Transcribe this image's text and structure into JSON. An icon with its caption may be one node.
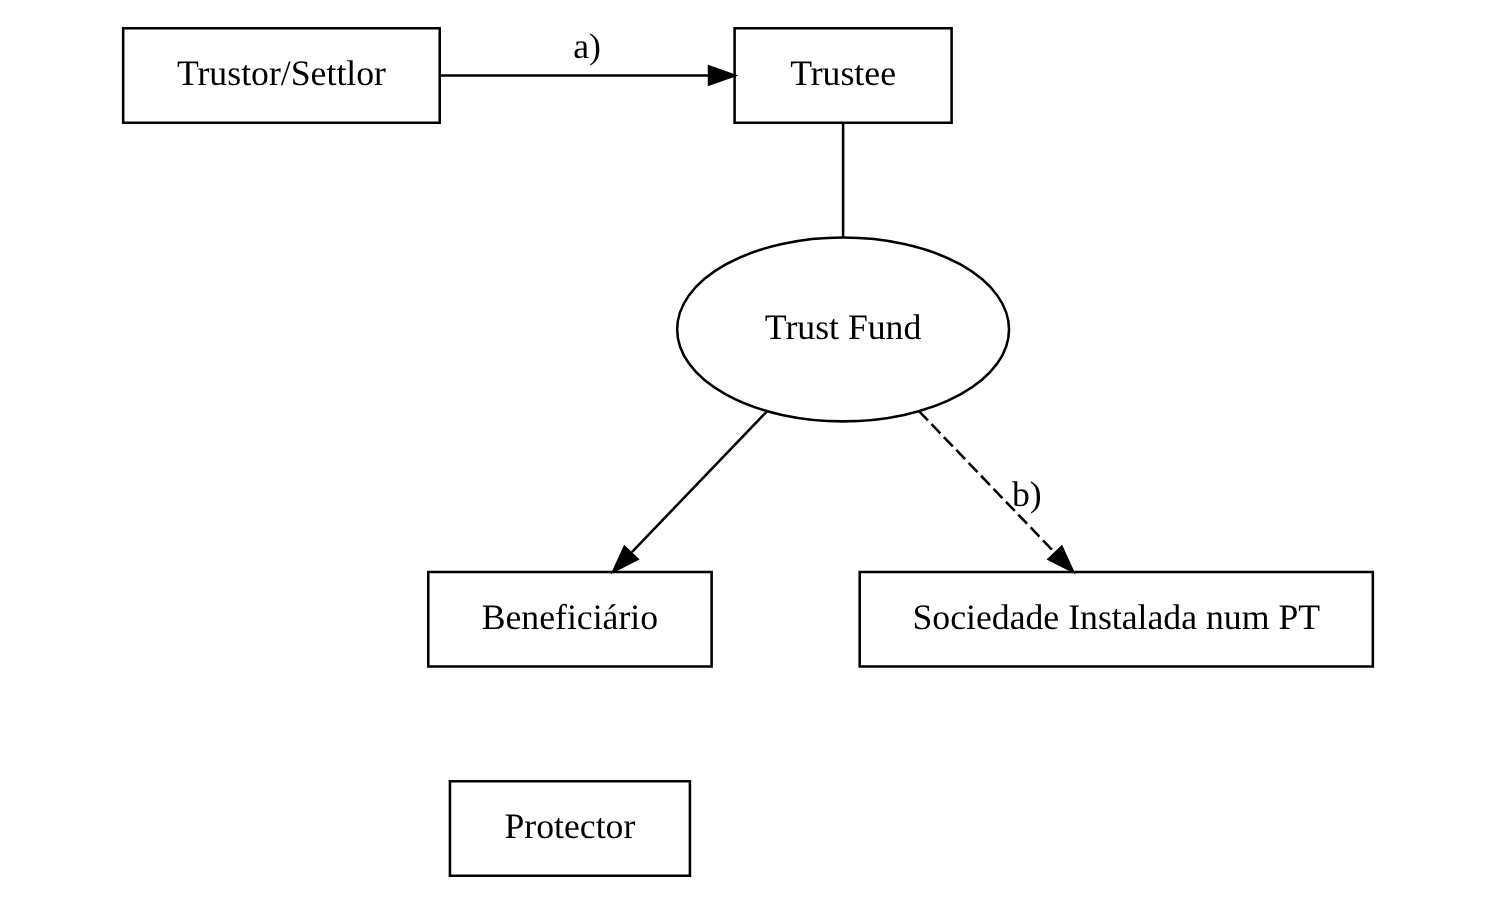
{
  "diagram": {
    "nodes": [
      {
        "text": [
          "Trustor/Settlor"
        ]
      },
      {
        "text": [
          "Trustee"
        ]
      },
      {
        "text": [
          "Trust Fund"
        ]
      },
      {
        "text": [
          "Beneficiário"
        ]
      },
      {
        "text": [
          "Sociedade Instalada num PT"
        ]
      },
      {
        "text": [
          "Protector"
        ]
      }
    ],
    "edges": [
      {
        "from": 0,
        "to": 1,
        "arrow": "to",
        "label": "a)"
      },
      {
        "from": 1,
        "to": 2,
        "arrow": "none"
      },
      {
        "from": 2,
        "to": 3,
        "arrow": "to"
      },
      {
        "from": 2,
        "to": 4,
        "arrow": "to",
        "label": "b)",
        "style": "dashed"
      }
    ]
  }
}
